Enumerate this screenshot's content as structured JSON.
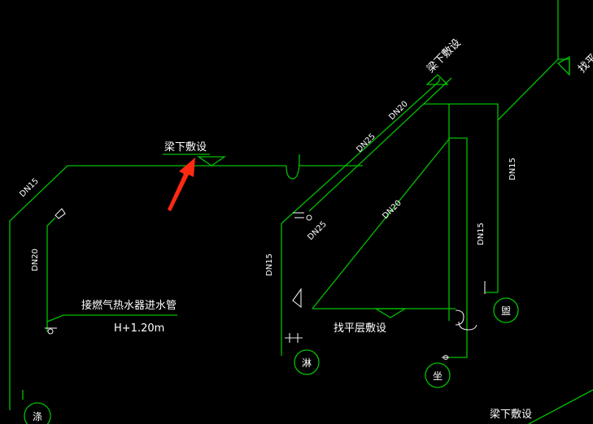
{
  "colors": {
    "background": "#000000",
    "pipe": "#00c000",
    "text": "#ffffff",
    "arrow": "#ff2a12"
  },
  "labels": {
    "beam_lay_1": "梁下敷设",
    "beam_lay_2": "梁下敷设",
    "beam_lay_3": "梁下敷设",
    "leveling_lay": "找平层敷设",
    "heater_inlet": "接燃气热水器进水管",
    "height": "H+1.20m",
    "leveling_right": "找平"
  },
  "pipe_sizes": {
    "dn15_a": "DN15",
    "dn20_a": "DN20",
    "dn25_a": "DN25",
    "dn20_b": "DN20",
    "dn20_c": "DN20",
    "dn15_b": "DN15",
    "dn25_b": "DN25",
    "dn15_c": "DN15",
    "dn15_d": "DN15"
  },
  "fixtures": {
    "shower": "淋",
    "toilet": "坐",
    "basin": "盥",
    "mop_sink": "涤"
  },
  "icons": [
    "red-arrow-icon",
    "valve-icon",
    "faucet-icon",
    "trap-icon"
  ]
}
